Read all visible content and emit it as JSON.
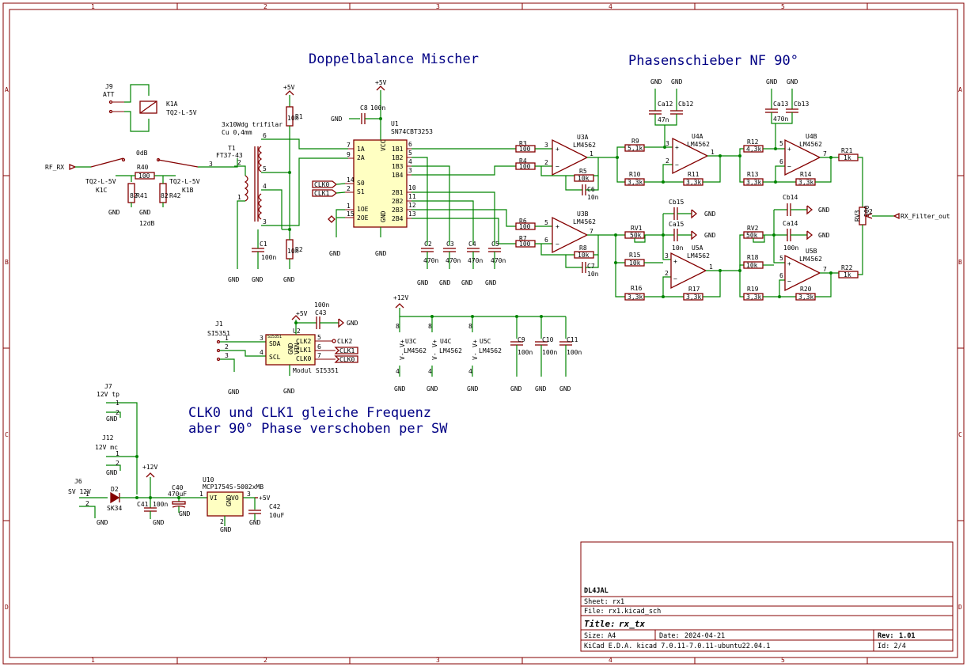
{
  "frame": {
    "col_labels": [
      "1",
      "2",
      "3",
      "4",
      "5"
    ],
    "row_labels": [
      "A",
      "B",
      "C",
      "D"
    ]
  },
  "notes": {
    "mixer": "Doppelbalance Mischer",
    "phase": "Phasenschieber NF 90°",
    "clk_line1": "CLK0 und CLK1 gleiche Frequenz",
    "clk_line2": "aber 90° Phase verschoben per SW",
    "winding_line1": "3x10Wdg trifilar",
    "winding_line2": "Cu 0,4mm"
  },
  "nets": {
    "gnd": "GND",
    "p5v": "+5V",
    "p12v": "+12V",
    "rf_rx": "RF_RX",
    "rx_filter_out": "RX_Filter_out",
    "clk0": "CLK0",
    "clk1": "CLK1",
    "clk2": "CLK2"
  },
  "parts": {
    "j9": {
      "ref": "J9",
      "value": "ATT"
    },
    "k1a": {
      "ref": "K1A",
      "value": "TQ2-L-5V"
    },
    "k1b": {
      "ref": "K1B",
      "value": "TQ2-L-5V"
    },
    "k1c": {
      "ref": "K1C",
      "value": "TQ2-L-5V"
    },
    "r40": {
      "ref": "R40",
      "value": "100"
    },
    "r41": {
      "ref": "R41",
      "value": "82"
    },
    "r42": {
      "ref": "R42",
      "value": "82"
    },
    "att0": "0dB",
    "att12": "12dB",
    "t1": {
      "ref": "T1",
      "value": "FT37-43"
    },
    "r1": {
      "ref": "R1",
      "value": "10k"
    },
    "r2": {
      "ref": "R2",
      "value": "10k"
    },
    "c1": {
      "ref": "C1",
      "value": "100n"
    },
    "c8": {
      "ref": "C8",
      "value": "100n"
    },
    "u1": {
      "ref": "U1",
      "value": "SN74CBT3253"
    },
    "u1_pins_left": [
      "1A",
      "2A",
      "S0",
      "S1",
      "1OE",
      "2OE"
    ],
    "u1_pins_right": [
      "1B1",
      "1B2",
      "1B3",
      "1B4",
      "2B1",
      "2B2",
      "2B3",
      "2B4"
    ],
    "u1_vcc": "VCC",
    "u1_gnd": "GND",
    "c2": {
      "ref": "C2",
      "value": "470n"
    },
    "c3": {
      "ref": "C3",
      "value": "470n"
    },
    "c4": {
      "ref": "C4",
      "value": "470n"
    },
    "c5": {
      "ref": "C5",
      "value": "470n"
    },
    "r3": {
      "ref": "R3",
      "value": "100"
    },
    "r4": {
      "ref": "R4",
      "value": "100"
    },
    "r6": {
      "ref": "R6",
      "value": "100"
    },
    "r7": {
      "ref": "R7",
      "value": "100"
    },
    "u3a": {
      "ref": "U3A",
      "value": "LM4562"
    },
    "u3b": {
      "ref": "U3B",
      "value": "LM4562"
    },
    "r5": {
      "ref": "R5",
      "value": "10k"
    },
    "r8": {
      "ref": "R8",
      "value": "10k"
    },
    "c6": {
      "ref": "C6",
      "value": "10n"
    },
    "c7": {
      "ref": "C7",
      "value": "10n"
    },
    "r9": {
      "ref": "R9",
      "value": "5,1k"
    },
    "r10": {
      "ref": "R10",
      "value": "3,3k"
    },
    "r11": {
      "ref": "R11",
      "value": "3,3k"
    },
    "u4a": {
      "ref": "U4A",
      "value": "LM4562"
    },
    "ca12": {
      "ref": "Ca12",
      "value": "47n"
    },
    "cb12": {
      "ref": "Cb12",
      "value": ""
    },
    "r12": {
      "ref": "R12",
      "value": "4,3k"
    },
    "r13": {
      "ref": "R13",
      "value": "3,3k"
    },
    "r14": {
      "ref": "R14",
      "value": "3,3k"
    },
    "u4b": {
      "ref": "U4B",
      "value": "LM4562"
    },
    "ca13": {
      "ref": "Ca13",
      "value": "470n"
    },
    "cb13": {
      "ref": "Cb13",
      "value": ""
    },
    "r21": {
      "ref": "R21",
      "value": "1k"
    },
    "r22": {
      "ref": "R22",
      "value": "1k"
    },
    "rv3": {
      "ref": "RV3",
      "value": "500"
    },
    "rv1": {
      "ref": "RV1",
      "value": "50k"
    },
    "r15": {
      "ref": "R15",
      "value": "10k"
    },
    "r16": {
      "ref": "R16",
      "value": "3,3k"
    },
    "r17": {
      "ref": "R17",
      "value": "3,3k"
    },
    "u5a": {
      "ref": "U5A",
      "value": "LM4562"
    },
    "cb15": {
      "ref": "Cb15",
      "value": ""
    },
    "ca15": {
      "ref": "Ca15",
      "value": "10n"
    },
    "rv2": {
      "ref": "RV2",
      "value": "50k"
    },
    "r18": {
      "ref": "R18",
      "value": "10k"
    },
    "r19": {
      "ref": "R19",
      "value": "3,3k"
    },
    "r20": {
      "ref": "R20",
      "value": "3,3k"
    },
    "u5b": {
      "ref": "U5B",
      "value": "LM4562"
    },
    "cb14": {
      "ref": "Cb14",
      "value": ""
    },
    "ca14": {
      "ref": "Ca14",
      "value": "100n"
    },
    "j1": {
      "ref": "J1",
      "value": "SI5351"
    },
    "u2": {
      "ref": "U2",
      "value": "Modul SI5351"
    },
    "u2_pins": [
      "SDA",
      "SCL",
      "CLK2",
      "CLK1",
      "CLK0",
      "GND",
      "VIN"
    ],
    "u2_tag": "SI5351",
    "c43": {
      "ref": "C43",
      "value": "100n"
    },
    "u3c": {
      "ref": "U3C",
      "value": "LM4562"
    },
    "u4c": {
      "ref": "U4C",
      "value": "LM4562"
    },
    "u5c": {
      "ref": "U5C",
      "value": "LM4562"
    },
    "vplus": "V+",
    "vminus": "V-",
    "c9": {
      "ref": "C9",
      "value": "100n"
    },
    "c10": {
      "ref": "C10",
      "value": "100n"
    },
    "c11": {
      "ref": "C11",
      "value": "100n"
    },
    "j7": {
      "ref": "J7",
      "value": "12V tp"
    },
    "j12": {
      "ref": "J12",
      "value": "12V mc"
    },
    "j6": {
      "ref": "J6",
      "value": "SV 12V"
    },
    "d2": {
      "ref": "D2",
      "value": "SK34"
    },
    "c41": {
      "ref": "C41",
      "value": "100n"
    },
    "c40": {
      "ref": "C40",
      "value": "470uF"
    },
    "u10": {
      "ref": "U10",
      "value": "MCP1754S-5002xMB"
    },
    "u10_pins": [
      "VI",
      "VO",
      "GND"
    ],
    "c42": {
      "ref": "C42",
      "value": "10uF"
    }
  },
  "title_block": {
    "company": "DL4JAL",
    "sheet": "Sheet: rx1",
    "file": "File: rx1.kicad_sch",
    "title_label": "Title:",
    "title": "rx_tx",
    "size_label": "Size:",
    "size": "A4",
    "date_label": "Date:",
    "date": "2024-04-21",
    "rev_label": "Rev:",
    "rev": "1.01",
    "tool": "KiCad E.D.A.  kicad 7.0.11-7.0.11-ubuntu22.04.1",
    "id": "Id: 2/4"
  }
}
